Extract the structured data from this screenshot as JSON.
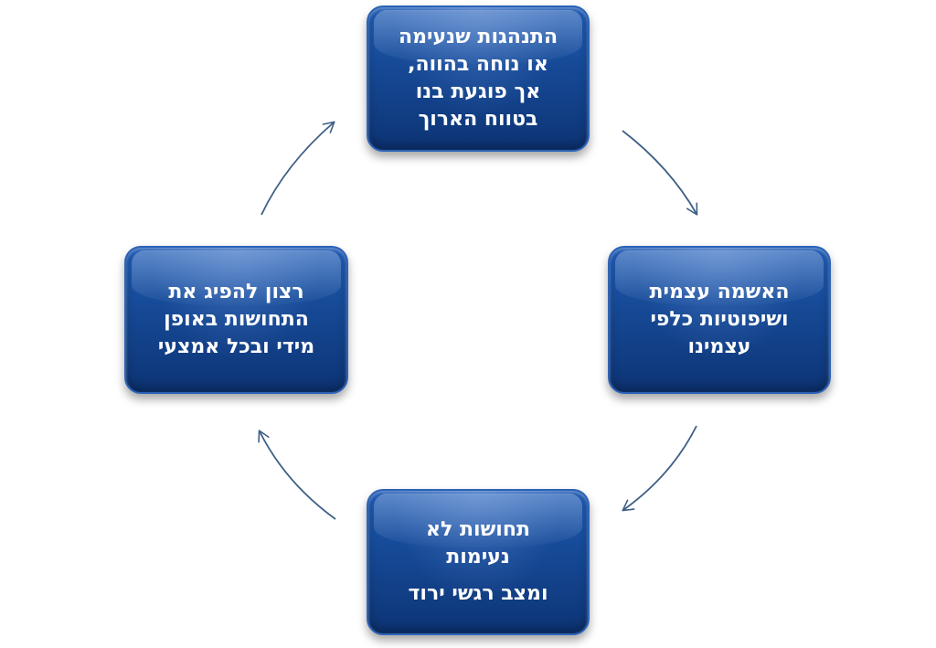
{
  "diagram": {
    "type": "cycle",
    "nodes": [
      {
        "id": "top",
        "lines": [
          "התנהגות שנעימה",
          "או נוחה בהווה,",
          "אך פוגעת בנו",
          "בטווח הארוך"
        ]
      },
      {
        "id": "right",
        "lines": [
          "האשמה עצמית",
          "ושיפוטיות כלפי",
          "עצמינו"
        ]
      },
      {
        "id": "bottom",
        "lines": [
          "תחושות לא",
          "נעימות",
          "ומצב רגשי ירוד"
        ]
      },
      {
        "id": "left",
        "lines": [
          "רצון להפיג את",
          "התחושות באופן",
          "מידי ובכל אמצעי"
        ]
      }
    ],
    "flow": [
      "top",
      "right",
      "bottom",
      "left",
      "top"
    ],
    "colors": {
      "box_fill": "#164a97",
      "box_border": "#2c63b8",
      "text": "#ffffff",
      "arrow": "#3e5f86"
    }
  }
}
